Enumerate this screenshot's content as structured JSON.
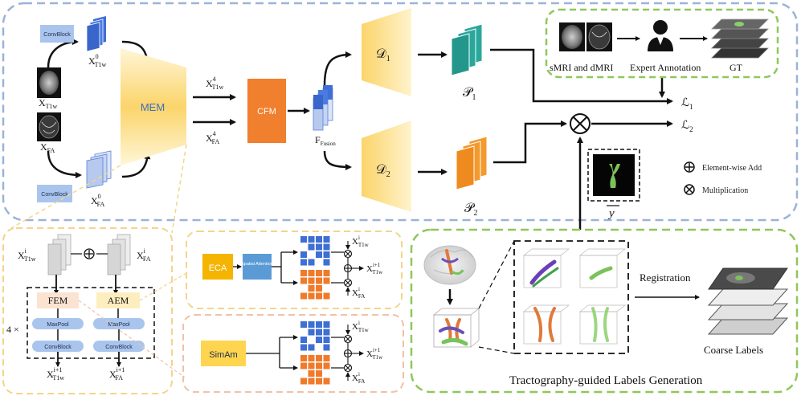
{
  "colors": {
    "main_panel_border": "#9bb3d8",
    "green_border": "#8fc75a",
    "yellow_border": "#f3d58a",
    "pink_border": "#f0c2a8",
    "mem_fill": "#fbd46a",
    "cfm_fill": "#f07f2e",
    "decoder_fill": "#fbd46a",
    "prob_teal": "#2aa79b",
    "prob_orange": "#f39a2e",
    "feat_blue": "#3f6fd6",
    "feat_light_blue": "#b8c9ee",
    "convblock_fill": "#a9c5ee",
    "eca_fill": "#f5b400",
    "spatial_fill": "#5b9bd5",
    "simam_fill": "#ffd54f",
    "fem_fill": "#fbe3d2",
    "aem_fill": "#fdeec0",
    "grid_blue": "#3e6fd2",
    "grid_orange": "#f07a2a"
  },
  "icons": {
    "expert": "person-icon",
    "add": "circle-plus-icon",
    "multiply": "circle-times-icon",
    "brain": "brain-3d-icon"
  },
  "top": {
    "convblock_top": "ConvBlock",
    "convblock_bottom": "ConvBlock",
    "x_t1w_0": "X",
    "x_t1w_0_sup": "0",
    "x_t1w_0_sub": "T1w",
    "x_fa_0": "X",
    "x_fa_0_sup": "0",
    "x_fa_0_sub": "FA",
    "x_t1w": "X",
    "x_t1w_sub": "T1w",
    "x_fa": "X",
    "x_fa_sub": "FA",
    "mem": "MEM",
    "x_t1w_4": "X",
    "x_t1w_4_sup": "4",
    "x_t1w_4_sub": "T1w",
    "x_fa_4": "X",
    "x_fa_4_sup": "4",
    "x_fa_4_sub": "FA",
    "cfm": "CFM",
    "f_fusion": "F",
    "f_fusion_sub": "Fusion",
    "d1": "𝒟",
    "d1_sub": "1",
    "d2": "𝒟",
    "d2_sub": "2",
    "p1": "𝒫",
    "p1_sub": "1",
    "p2": "𝒫",
    "p2_sub": "2",
    "loss1": "ℒ",
    "loss1_sub": "1",
    "loss2": "ℒ",
    "loss2_sub": "2",
    "ybar": "y",
    "legend_add": "Element-wise Add",
    "legend_mult": "Multiplication"
  },
  "annotation": {
    "mri_label": "sMRI and dMRI",
    "expert_label": "Expert Annotation",
    "gt_label": "GT"
  },
  "mem_detail": {
    "xi_t1w": "X",
    "xi_t1w_sup": "i",
    "xi_t1w_sub": "T1w",
    "xi_fa": "X",
    "xi_fa_sup": "i",
    "xi_fa_sub": "FA",
    "fem": "FEM",
    "aem": "AEM",
    "repeat": "4 ×",
    "maxpool_left": "MaxPool",
    "maxpool_right": "MaxPool",
    "convblock_left": "ConvBlock",
    "convblock_right": "ConvBlock",
    "out_t1w": "X",
    "out_t1w_sup": "i+1",
    "out_t1w_sub": "T1w",
    "out_fa": "X",
    "out_fa_sup": "i+1",
    "out_fa_sub": "FA"
  },
  "aem_detail": {
    "eca": "ECA",
    "spatial": "Spatial Attention",
    "in_t1w": "X",
    "in_t1w_sup": "i",
    "in_t1w_sub": "T1w",
    "out_t1w": "X",
    "out_t1w_sup": "i+1",
    "out_t1w_sub": "T1w",
    "in_fa": "X",
    "in_fa_sup": "i",
    "in_fa_sub": "FA"
  },
  "fem_detail": {
    "simam": "SimAm",
    "in_t1w": "X",
    "in_t1w_sup": "i",
    "in_t1w_sub": "T1w",
    "out_t1w": "X",
    "out_t1w_sup": "i+1",
    "out_t1w_sub": "T1w",
    "in_fa": "X",
    "in_fa_sup": "i",
    "in_fa_sub": "FA"
  },
  "tractography": {
    "registration": "Registration",
    "coarse_labels": "Coarse Labels",
    "title": "Tractography-guided Labels Generation"
  }
}
